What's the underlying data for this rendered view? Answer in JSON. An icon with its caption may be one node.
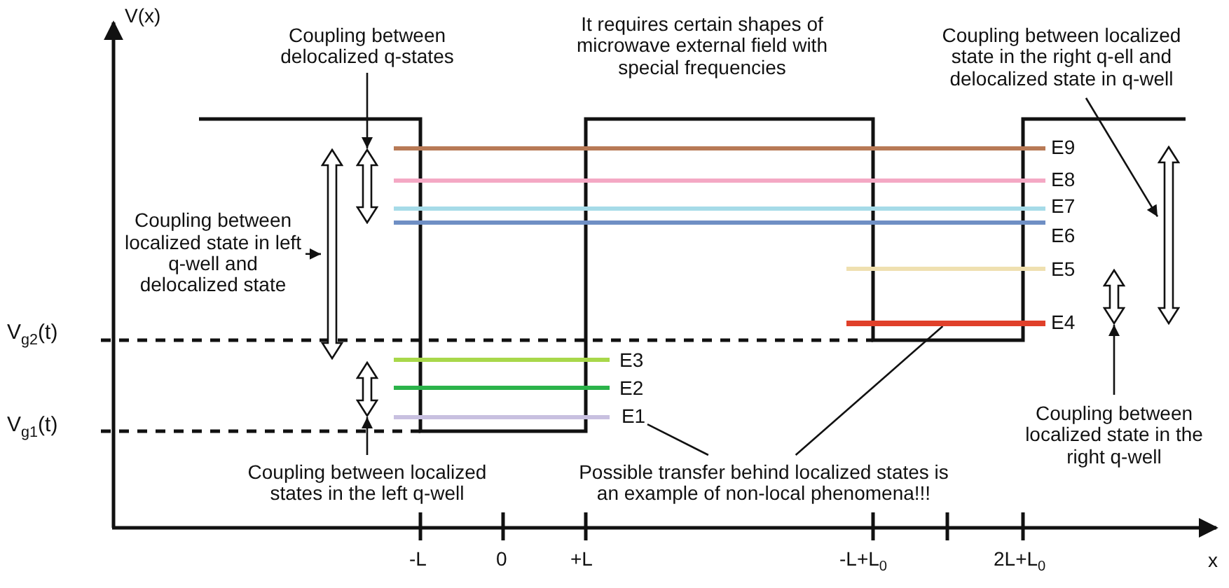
{
  "diagram": {
    "nodes": [
      {
        "text": [
          "Coupling between delocalized q-states"
        ]
      },
      {
        "text": [
          "Coupling between localized state in the right q-ell and delocalized state in q-well"
        ]
      },
      {
        "text": [],
        "shape": "arrow"
      },
      {
        "text": [
          "Coupling between localized state in left q-well and delocalized state"
        ]
      },
      {
        "text": [],
        "shape": "arrow"
      },
      {
        "text": [],
        "shape": "arrow"
      },
      {
        "text": [],
        "shape": "arrow"
      },
      {
        "text": [],
        "shape": "bar"
      },
      {
        "text": [],
        "shape": "arrow"
      },
      {
        "text": [
          "E1"
        ]
      },
      {
        "text": [
          "Coupling between localized states in the left q-well"
        ]
      },
      {
        "text": [
          "Possible transfer behind localized states is an example of non-local phenomena!!!"
        ]
      },
      {
        "text": [
          "Coupling between localized state in the right q-well"
        ]
      }
    ],
    "edges": [
      {
        "from": 0,
        "to": 2,
        "arrow": "to"
      },
      {
        "from": 3,
        "to": 4,
        "arrow": "to"
      },
      {
        "from": 1,
        "to": 5,
        "arrow": "to"
      },
      {
        "from": 12,
        "to": 6,
        "arrow": "to"
      },
      {
        "from": 10,
        "to": 8,
        "arrow": "to"
      },
      {
        "from": 11,
        "to": 9,
        "arrow": "none"
      },
      {
        "from": 11,
        "to": 7,
        "arrow": "none"
      }
    ],
    "labels": [
      "V(x)",
      "It requires certain shapes of microwave external field with special frequencies",
      "E9",
      "E8",
      "E7",
      "E6",
      "E5",
      "E4",
      "V$_{g2}$(t)",
      "E3",
      "E2",
      "V$_{g1}$(t)",
      "-L",
      "0",
      "+L",
      "-L+L$_{0}$",
      "2L+L$_{0}$",
      "x"
    ]
  }
}
